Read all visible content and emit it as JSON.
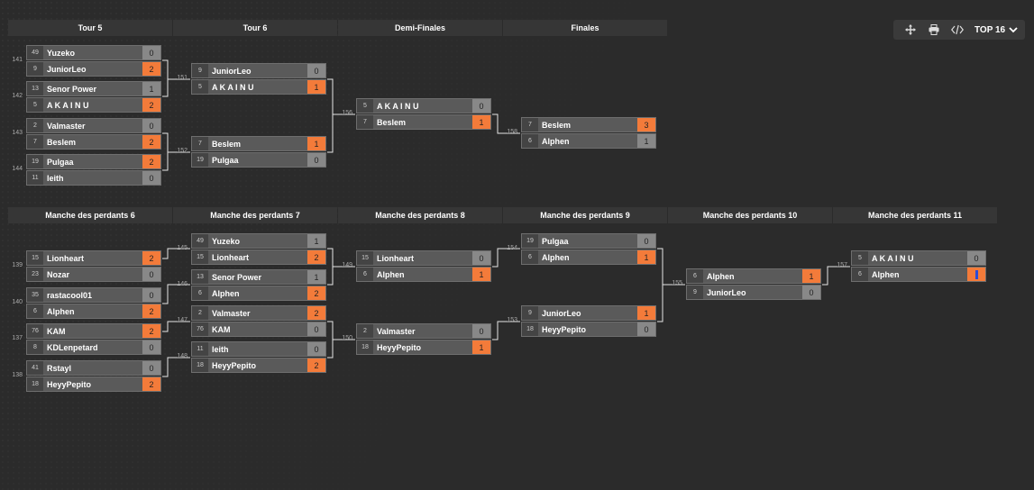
{
  "toolbar": {
    "icons": [
      "move-icon",
      "print-icon",
      "code-icon"
    ],
    "top_label": "TOP 16",
    "dropdown_icon": "chevron-down-icon"
  },
  "colors": {
    "background": "#2b2b2b",
    "header": "#363636",
    "row": "#5a5a5a",
    "win": "#f37b3a",
    "score": "#888888",
    "connector": "#e6e6e6"
  },
  "winners_headers": [
    "Tour 5",
    "Tour 6",
    "Demi-Finales",
    "Finales"
  ],
  "losers_headers": [
    "Manche des perdants 6",
    "Manche des perdants 7",
    "Manche des perdants 8",
    "Manche des perdants 9",
    "Manche des perdants 10",
    "Manche des perdants 11"
  ],
  "matches": [
    {
      "num": "141",
      "p1": {
        "seed": "49",
        "name": "Yuzeko",
        "score": "0",
        "win": false
      },
      "p2": {
        "seed": "9",
        "name": "JuniorLeo",
        "score": "2",
        "win": true
      }
    },
    {
      "num": "142",
      "p1": {
        "seed": "13",
        "name": "Senor Power",
        "score": "1",
        "win": false
      },
      "p2": {
        "seed": "5",
        "name": "A K A I N U",
        "score": "2",
        "win": true
      }
    },
    {
      "num": "143",
      "p1": {
        "seed": "2",
        "name": "Valmaster",
        "score": "0",
        "win": false
      },
      "p2": {
        "seed": "7",
        "name": "Beslem",
        "score": "2",
        "win": true
      }
    },
    {
      "num": "144",
      "p1": {
        "seed": "19",
        "name": "Pulgaa",
        "score": "2",
        "win": true
      },
      "p2": {
        "seed": "11",
        "name": "leith",
        "score": "0",
        "win": false
      }
    },
    {
      "num": "151",
      "p1": {
        "seed": "9",
        "name": "JuniorLeo",
        "score": "0",
        "win": false
      },
      "p2": {
        "seed": "5",
        "name": "A K A I N U",
        "score": "1",
        "win": true
      }
    },
    {
      "num": "152",
      "p1": {
        "seed": "7",
        "name": "Beslem",
        "score": "1",
        "win": true
      },
      "p2": {
        "seed": "19",
        "name": "Pulgaa",
        "score": "0",
        "win": false
      }
    },
    {
      "num": "156",
      "p1": {
        "seed": "5",
        "name": "A K A I N U",
        "score": "0",
        "win": false
      },
      "p2": {
        "seed": "7",
        "name": "Beslem",
        "score": "1",
        "win": true
      }
    },
    {
      "num": "158",
      "p1": {
        "seed": "7",
        "name": "Beslem",
        "score": "3",
        "win": true
      },
      "p2": {
        "seed": "6",
        "name": "Alphen",
        "score": "1",
        "win": false
      }
    },
    {
      "num": "139",
      "p1": {
        "seed": "15",
        "name": "Lionheart",
        "score": "2",
        "win": true
      },
      "p2": {
        "seed": "23",
        "name": "Nozar",
        "score": "0",
        "win": false
      }
    },
    {
      "num": "140",
      "p1": {
        "seed": "35",
        "name": "rastacool01",
        "score": "0",
        "win": false
      },
      "p2": {
        "seed": "6",
        "name": "Alphen",
        "score": "2",
        "win": true
      }
    },
    {
      "num": "137",
      "p1": {
        "seed": "76",
        "name": "KAM",
        "score": "2",
        "win": true
      },
      "p2": {
        "seed": "8",
        "name": "KDLenpetard",
        "score": "0",
        "win": false
      }
    },
    {
      "num": "138",
      "p1": {
        "seed": "41",
        "name": "Rstayl",
        "score": "0",
        "win": false
      },
      "p2": {
        "seed": "18",
        "name": "HeyyPepito",
        "score": "2",
        "win": true
      }
    },
    {
      "num": "145",
      "p1": {
        "seed": "49",
        "name": "Yuzeko",
        "score": "1",
        "win": false
      },
      "p2": {
        "seed": "15",
        "name": "Lionheart",
        "score": "2",
        "win": true
      }
    },
    {
      "num": "146",
      "p1": {
        "seed": "13",
        "name": "Senor Power",
        "score": "1",
        "win": false
      },
      "p2": {
        "seed": "6",
        "name": "Alphen",
        "score": "2",
        "win": true
      }
    },
    {
      "num": "147",
      "p1": {
        "seed": "2",
        "name": "Valmaster",
        "score": "2",
        "win": true
      },
      "p2": {
        "seed": "76",
        "name": "KAM",
        "score": "0",
        "win": false
      }
    },
    {
      "num": "148",
      "p1": {
        "seed": "11",
        "name": "leith",
        "score": "0",
        "win": false
      },
      "p2": {
        "seed": "18",
        "name": "HeyyPepito",
        "score": "2",
        "win": true
      }
    },
    {
      "num": "149",
      "p1": {
        "seed": "15",
        "name": "Lionheart",
        "score": "0",
        "win": false
      },
      "p2": {
        "seed": "6",
        "name": "Alphen",
        "score": "1",
        "win": true
      }
    },
    {
      "num": "150",
      "p1": {
        "seed": "2",
        "name": "Valmaster",
        "score": "0",
        "win": false
      },
      "p2": {
        "seed": "18",
        "name": "HeyyPepito",
        "score": "1",
        "win": true
      }
    },
    {
      "num": "154",
      "p1": {
        "seed": "19",
        "name": "Pulgaa",
        "score": "0",
        "win": false
      },
      "p2": {
        "seed": "6",
        "name": "Alphen",
        "score": "1",
        "win": true
      }
    },
    {
      "num": "153",
      "p1": {
        "seed": "9",
        "name": "JuniorLeo",
        "score": "1",
        "win": true
      },
      "p2": {
        "seed": "18",
        "name": "HeyyPepito",
        "score": "0",
        "win": false
      }
    },
    {
      "num": "155",
      "p1": {
        "seed": "6",
        "name": "Alphen",
        "score": "1",
        "win": true
      },
      "p2": {
        "seed": "9",
        "name": "JuniorLeo",
        "score": "0",
        "win": false
      }
    },
    {
      "num": "157",
      "p1": {
        "seed": "5",
        "name": "A K A I N U",
        "score": "0",
        "win": false
      },
      "p2": {
        "seed": "6",
        "name": "Alphen",
        "score": "",
        "win": true,
        "editing": true
      }
    }
  ]
}
